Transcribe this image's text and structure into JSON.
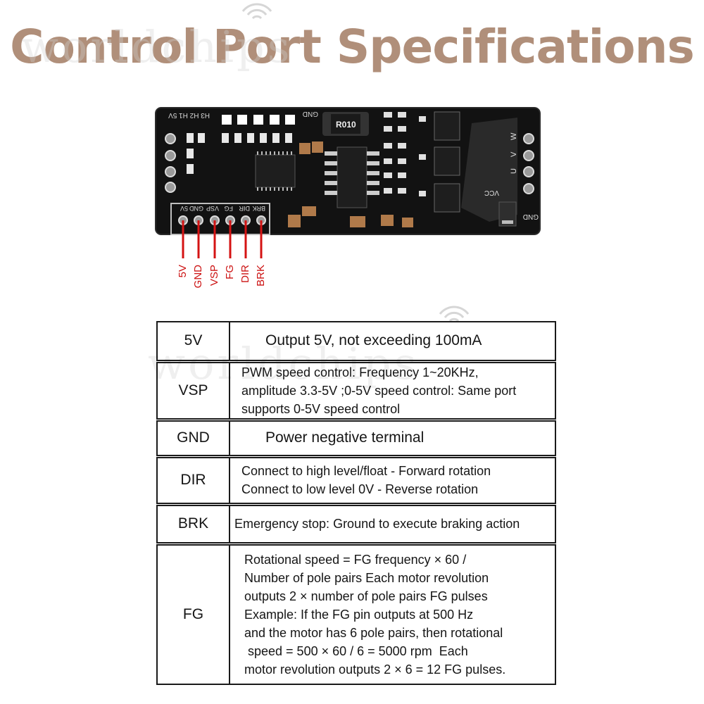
{
  "header": {
    "title": "Control Port Specifications",
    "watermark": "worldchips"
  },
  "board": {
    "resistor": "R010",
    "pins_top": "H3 H2 H1 5V",
    "gnd_top": "GND",
    "pins_bottom": [
      "5V",
      "GND",
      "VSP",
      "FG",
      "DIR",
      "BRK"
    ],
    "phase_labels": [
      "W",
      "V",
      "U"
    ],
    "vcc": "VCC",
    "gnd_right": "GND"
  },
  "pin_labels": [
    "5V",
    "GND",
    "VSP",
    "FG",
    "DIR",
    "BRK"
  ],
  "spec_table": {
    "rows": [
      {
        "key": "5V",
        "lines": [
          "Output 5V, not exceeding 100mA"
        ]
      },
      {
        "key": "VSP",
        "lines": [
          "PWM speed control: Frequency 1~20KHz,",
          "amplitude 3.3-5V ;0-5V speed control: Same port",
          "supports 0-5V speed control"
        ]
      },
      {
        "key": "GND",
        "lines": [
          "Power negative terminal"
        ]
      },
      {
        "key": "DIR",
        "lines": [
          "Connect to high level/float - Forward rotation",
          "Connect to low level 0V - Reverse rotation"
        ]
      },
      {
        "key": "BRK",
        "lines": [
          "Emergency stop: Ground to execute braking action"
        ]
      },
      {
        "key": "FG",
        "lines": [
          "Rotational speed = FG frequency × 60 /",
          "Number of pole pairs  Each motor revolution",
          "outputs 2 × number of pole pairs FG pulses",
          "Example: If the FG pin outputs at 500 Hz",
          "and the motor has 6 pole pairs, then rotational",
          " speed = 500 × 60 / 6 = 5000 rpm  Each",
          "motor revolution outputs 2 × 6 = 12 FG pulses."
        ]
      }
    ]
  }
}
